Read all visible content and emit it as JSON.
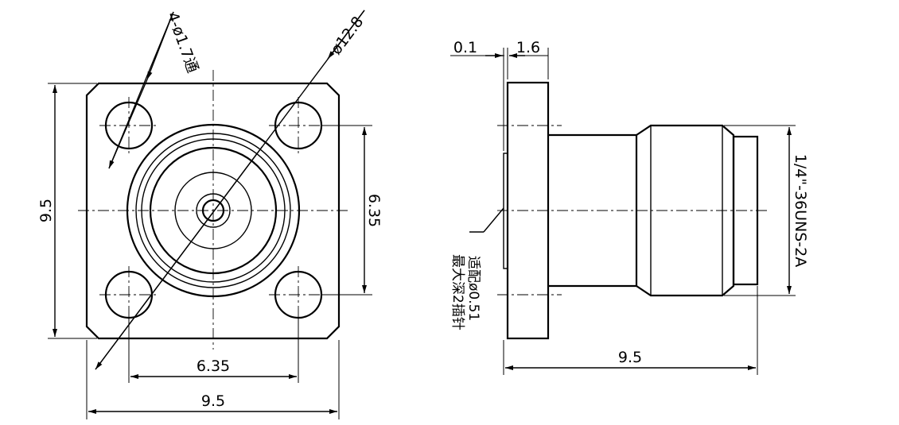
{
  "front_view": {
    "hole_callout": "4-ø1.7通",
    "flange_diameter": "ø12.8",
    "height": "9.5",
    "hole_spacing_vertical": "6.35",
    "hole_spacing_horizontal": "6.35",
    "width": "9.5"
  },
  "side_view": {
    "gap": "0.1",
    "flange_thickness": "1.6",
    "thread_spec": "1/4\"-36UNS-2A",
    "pin_note_line1": "适配ø0.51",
    "pin_note_line2": "最大深2插针",
    "length": "9.5"
  }
}
